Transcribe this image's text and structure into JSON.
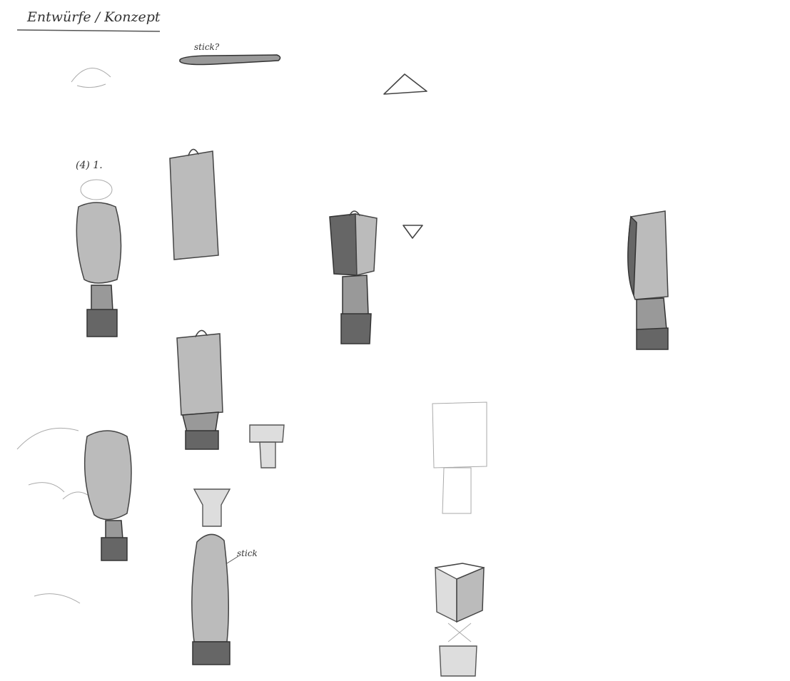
{
  "sheet": {
    "title": "Entwürfe / Konzept",
    "labels": {
      "stick_question": "stick?",
      "variant_number": "(4) 1.",
      "stick": "stick"
    }
  }
}
